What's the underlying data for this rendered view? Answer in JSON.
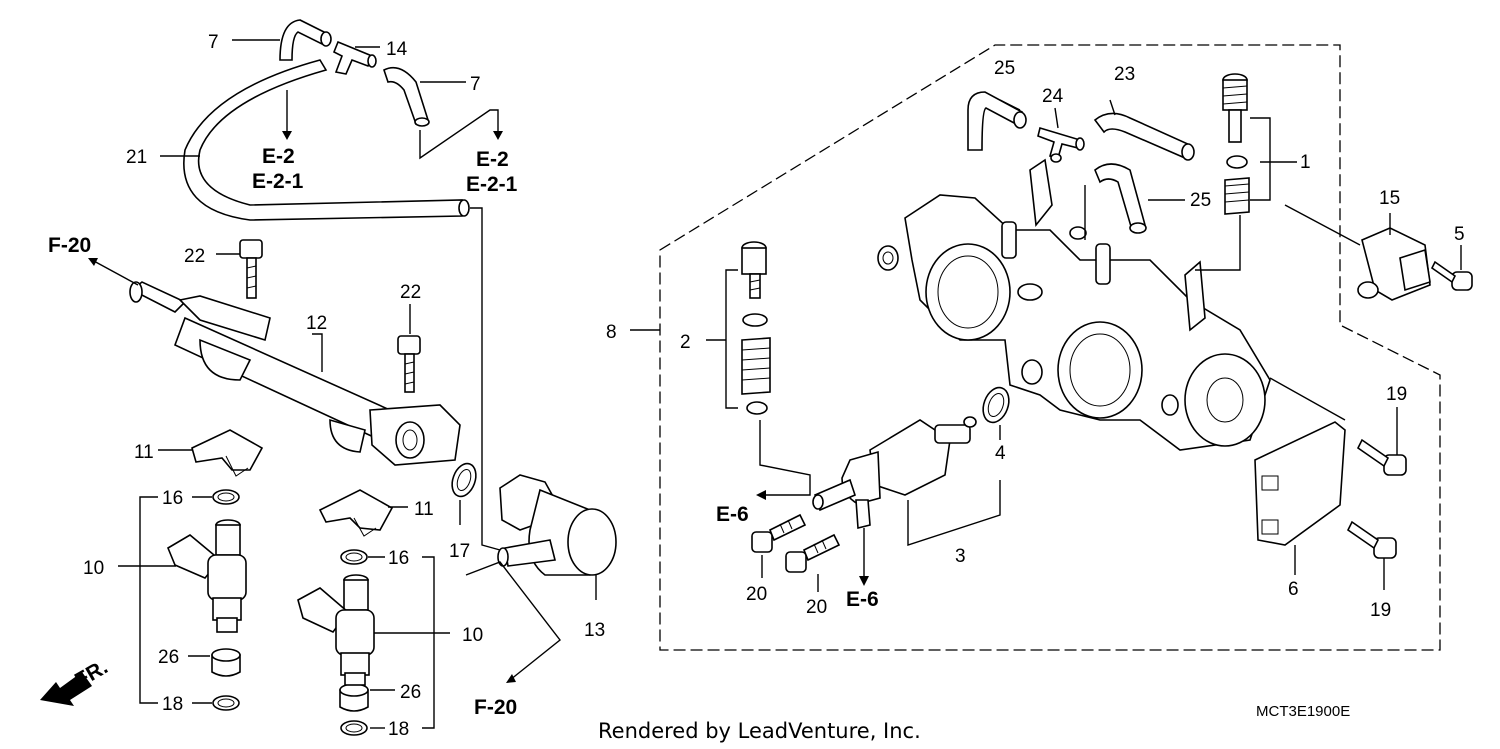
{
  "diagram": {
    "callouts": {
      "c1": "1",
      "c2": "2",
      "c3": "3",
      "c4": "4",
      "c5": "5",
      "c6": "6",
      "c7a": "7",
      "c7b": "7",
      "c8": "8",
      "c10a": "10",
      "c10b": "10",
      "c11a": "11",
      "c11b": "11",
      "c12": "12",
      "c13": "13",
      "c14": "14",
      "c15": "15",
      "c16a": "16",
      "c16b": "16",
      "c17": "17",
      "c18a": "18",
      "c18b": "18",
      "c19a": "19",
      "c19b": "19",
      "c20a": "20",
      "c20b": "20",
      "c21": "21",
      "c22a": "22",
      "c22b": "22",
      "c23": "23",
      "c24": "24",
      "c25a": "25",
      "c25b": "25",
      "c26a": "26",
      "c26b": "26"
    },
    "references": {
      "e2_a": "E-2",
      "e21_a": "E-2-1",
      "e2_b": "E-2",
      "e21_b": "E-2-1",
      "f20_a": "F-20",
      "f20_b": "F-20",
      "e6_a": "E-6",
      "e6_b": "E-6",
      "front": "FR."
    },
    "diagram_code": "MCT3E1900E",
    "credit": "Rendered by LeadVenture, Inc."
  }
}
